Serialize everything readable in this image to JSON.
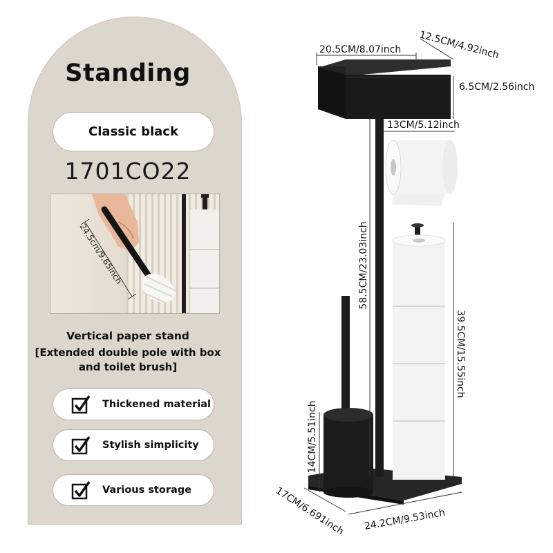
{
  "left_panel": {
    "title": "Standing",
    "color_label": "Classic black",
    "model_code": "1701CO22",
    "photo": {
      "brush_length": "24.5cm/9.65inch"
    },
    "description_line1": "Vertical paper stand",
    "description_line2": "[Extended double pole with box",
    "description_line3": "and toilet brush]",
    "features": [
      {
        "label": "Thickened material",
        "icon": "checkbox-check-icon"
      },
      {
        "label": "Stylish simplicity",
        "icon": "checkbox-check-icon"
      },
      {
        "label": "Various storage",
        "icon": "checkbox-check-icon"
      }
    ]
  },
  "dimensions": {
    "box_width": "20.5CM/8.07inch",
    "box_depth": "12.5CM/4.92inch",
    "box_height": "6.5CM/2.56inch",
    "arm_length": "13CM/5.12inch",
    "pole_height": "58.5CM/23.03inch",
    "reserve_height": "39.5CM/15.55inch",
    "brush_holder_height": "14CM/5.51inch",
    "base_depth": "17CM/6.691inch",
    "base_width": "24.2CM/9.53inch"
  },
  "colors": {
    "panel_bg": "#ddd6cc",
    "product_black": "#1c1c1c",
    "paper_white": "#f4f4f2"
  }
}
